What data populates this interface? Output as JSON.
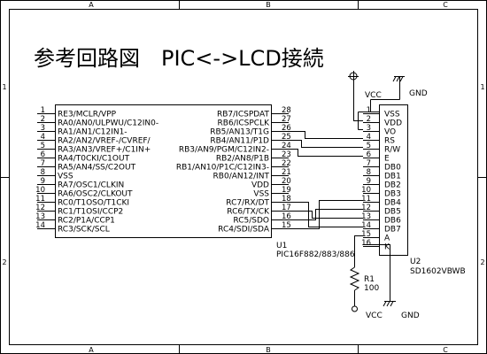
{
  "title": "参考回路図　PIC<->LCD接続",
  "frame": {
    "cols": [
      "A",
      "B",
      "C"
    ],
    "rows": [
      "1",
      "2"
    ]
  },
  "mcu": {
    "ref": "U1",
    "part": "PIC16F882/883/886",
    "left_pins": [
      {
        "num": "1",
        "label": "RE3/MCLR/VPP"
      },
      {
        "num": "2",
        "label": "RA0/AN0/ULPWU/C12IN0-"
      },
      {
        "num": "3",
        "label": "RA1/AN1/C12IN1-"
      },
      {
        "num": "4",
        "label": "RA2/AN2/VREF-/CVREF/"
      },
      {
        "num": "5",
        "label": "RA3/AN3/VREF+/C1IN+"
      },
      {
        "num": "6",
        "label": "RA4/T0CKI/C1OUT"
      },
      {
        "num": "7",
        "label": "RA5/AN4/SS/C2OUT"
      },
      {
        "num": "8",
        "label": "VSS"
      },
      {
        "num": "9",
        "label": "RA7/OSC1/CLKIN"
      },
      {
        "num": "10",
        "label": "RA6/OSC2/CLKOUT"
      },
      {
        "num": "11",
        "label": "RC0/T1OSO/T1CKI"
      },
      {
        "num": "12",
        "label": "RC1/T1OSI/CCP2"
      },
      {
        "num": "13",
        "label": "RC2/P1A/CCP1"
      },
      {
        "num": "14",
        "label": "RC3/SCK/SCL"
      }
    ],
    "right_pins": [
      {
        "num": "28",
        "label": "RB7/ICSPDAT"
      },
      {
        "num": "27",
        "label": "RB6/ICSPCLK"
      },
      {
        "num": "26",
        "label": "RB5/AN13/T1G"
      },
      {
        "num": "25",
        "label": "RB4/AN11/P1D"
      },
      {
        "num": "24",
        "label": "RB3/AN9/PGM/C12IN2-"
      },
      {
        "num": "23",
        "label": "RB2/AN8/P1B"
      },
      {
        "num": "22",
        "label": "RB1/AN10/P1C/C12IN3-"
      },
      {
        "num": "21",
        "label": "RB0/AN12/INT"
      },
      {
        "num": "20",
        "label": "VDD"
      },
      {
        "num": "19",
        "label": "VSS"
      },
      {
        "num": "18",
        "label": "RC7/RX/DT"
      },
      {
        "num": "17",
        "label": "RC6/TX/CK"
      },
      {
        "num": "16",
        "label": "RC5/SDO"
      },
      {
        "num": "15",
        "label": "RC4/SDI/SDA"
      }
    ]
  },
  "lcd": {
    "ref": "U2",
    "part": "SD1602VBWB",
    "pins": [
      {
        "num": "1",
        "label": "VSS"
      },
      {
        "num": "2",
        "label": "VDD"
      },
      {
        "num": "3",
        "label": "VO"
      },
      {
        "num": "4",
        "label": "RS"
      },
      {
        "num": "5",
        "label": "R/W"
      },
      {
        "num": "6",
        "label": "E"
      },
      {
        "num": "7",
        "label": "DB0"
      },
      {
        "num": "8",
        "label": "DB1"
      },
      {
        "num": "9",
        "label": "DB2"
      },
      {
        "num": "10",
        "label": "DB3"
      },
      {
        "num": "11",
        "label": "DB4"
      },
      {
        "num": "12",
        "label": "DB5"
      },
      {
        "num": "13",
        "label": "DB6"
      },
      {
        "num": "14",
        "label": "DB7"
      },
      {
        "num": "15",
        "label": "A"
      },
      {
        "num": "16",
        "label": "K"
      }
    ]
  },
  "resistor": {
    "ref": "R1",
    "value": "100"
  },
  "power": {
    "vcc_top": "VCC",
    "gnd_top": "GND",
    "vcc_bottom": "VCC",
    "gnd_bottom": "GND"
  }
}
